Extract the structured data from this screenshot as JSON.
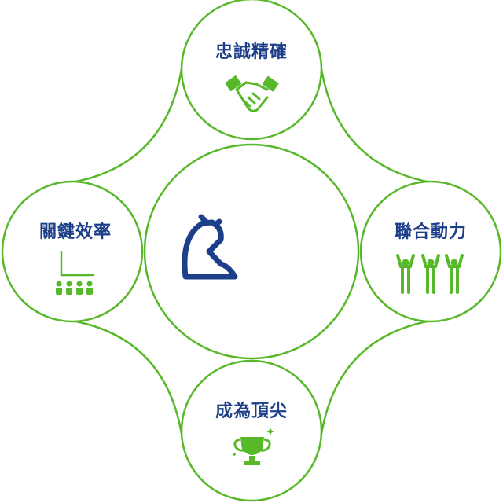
{
  "colors": {
    "ring": "#57b82a",
    "icon": "#57b82a",
    "label": "#1d3f8a",
    "center_icon": "#1d3f8a",
    "background": "#ffffff"
  },
  "diagram": {
    "center": {
      "icon": "bear-sitting-logo-icon"
    },
    "nodes": [
      {
        "id": "top",
        "label": "忠誠精確",
        "icon": "handshake-icon"
      },
      {
        "id": "right",
        "label": "聯合動力",
        "icon": "team-cheering-icon"
      },
      {
        "id": "bottom",
        "label": "成為頂尖",
        "icon": "trophy-icon"
      },
      {
        "id": "left",
        "label": "關鍵效率",
        "icon": "presentation-audience-icon"
      }
    ]
  }
}
